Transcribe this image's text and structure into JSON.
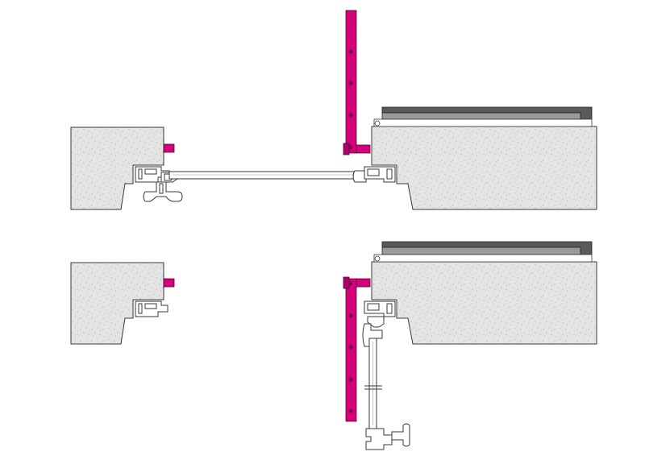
{
  "diagram": {
    "subject": "door-frame-section-closed-and-open",
    "states": [
      "closed",
      "open"
    ],
    "colors": {
      "background": "#ffffff",
      "concrete": "#e4e4e4",
      "concrete_speckle": "#8a8a8a",
      "outline": "#3a3a3a",
      "hinge_bracket": "#d6007a",
      "hinge_bolt": "#7a0046",
      "cover_rail": "#5a5a5a",
      "cover_rail_light": "#9a9a9a",
      "profile": "#ffffff"
    },
    "icons": [
      "hinge-bracket-icon",
      "door-handle-icon",
      "frame-profile-icon"
    ]
  }
}
